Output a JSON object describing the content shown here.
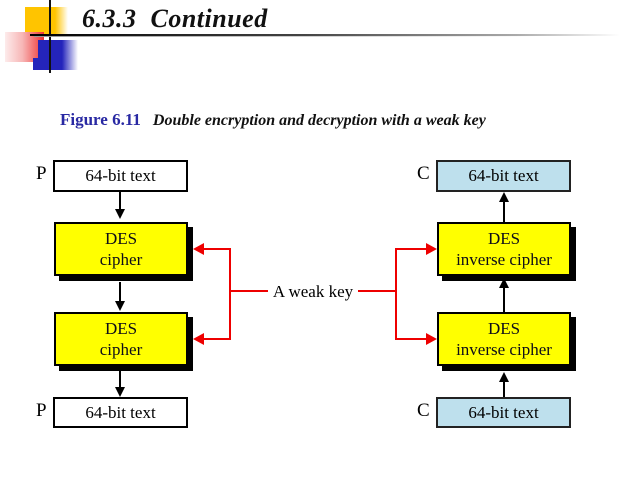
{
  "slide": {
    "title": "6.3.3  Continued",
    "figure": {
      "label": "Figure 6.11",
      "caption": "Double encryption and decryption with a weak key"
    }
  },
  "diagram": {
    "key_label": "A weak key",
    "left": {
      "top_label": "P",
      "top_box": "64-bit text",
      "box1": {
        "line1": "DES",
        "line2": "cipher"
      },
      "box2": {
        "line1": "DES",
        "line2": "cipher"
      },
      "bottom_box": "64-bit text",
      "bottom_label": "P"
    },
    "right": {
      "top_label": "C",
      "top_box": "64-bit text",
      "box1": {
        "line1": "DES",
        "line2": "inverse cipher"
      },
      "box2": {
        "line1": "DES",
        "line2": "inverse cipher"
      },
      "bottom_box": "64-bit text",
      "bottom_label": "C"
    },
    "colors": {
      "cipher_box_fill": "#ffff00",
      "ciphertext_box_fill": "#bee0ed",
      "key_arrow_red": "#ee0000",
      "figure_label_blue": "#2929a3",
      "deco_gold": "#ffc400",
      "deco_blue": "#2424bb",
      "deco_red": "#ee3333"
    }
  }
}
